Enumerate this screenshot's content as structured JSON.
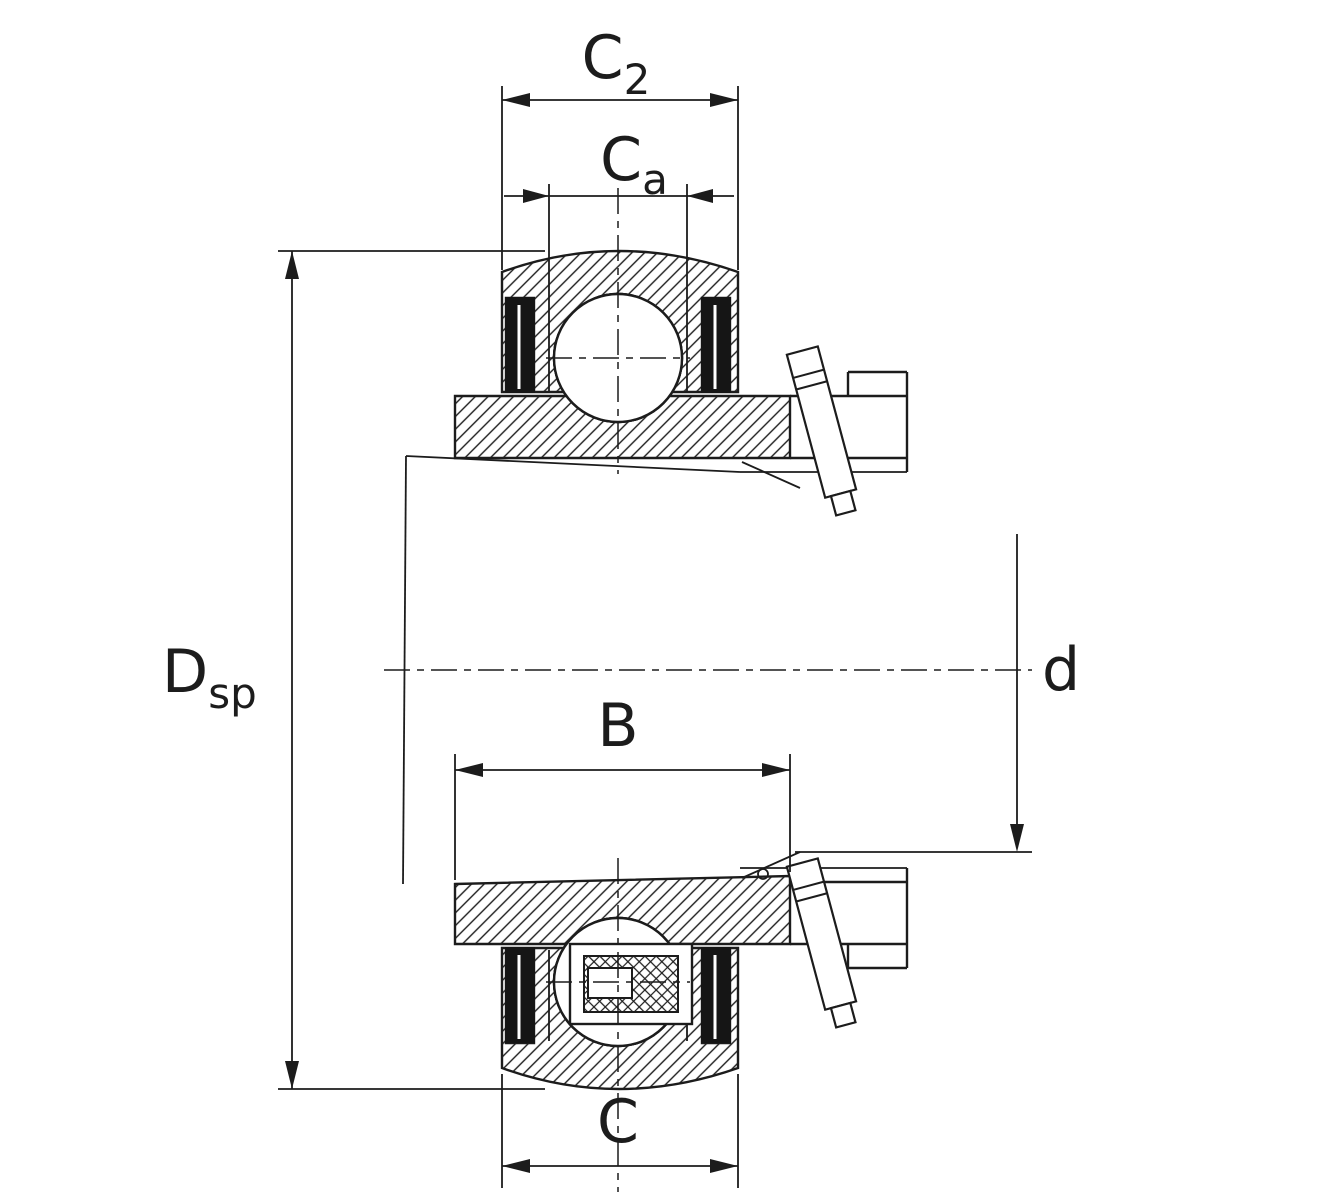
{
  "colors": {
    "line": "#1c1c1c",
    "background": "#ffffff",
    "seal": "#151515"
  },
  "labels": {
    "c2": {
      "base": "C",
      "sub": "2"
    },
    "ca": {
      "base": "C",
      "sub": "a"
    },
    "dsp": {
      "base": "D",
      "sub": "sp"
    },
    "b": {
      "base": "B",
      "sub": ""
    },
    "d": {
      "base": "d",
      "sub": ""
    },
    "c": {
      "base": "C",
      "sub": ""
    }
  }
}
